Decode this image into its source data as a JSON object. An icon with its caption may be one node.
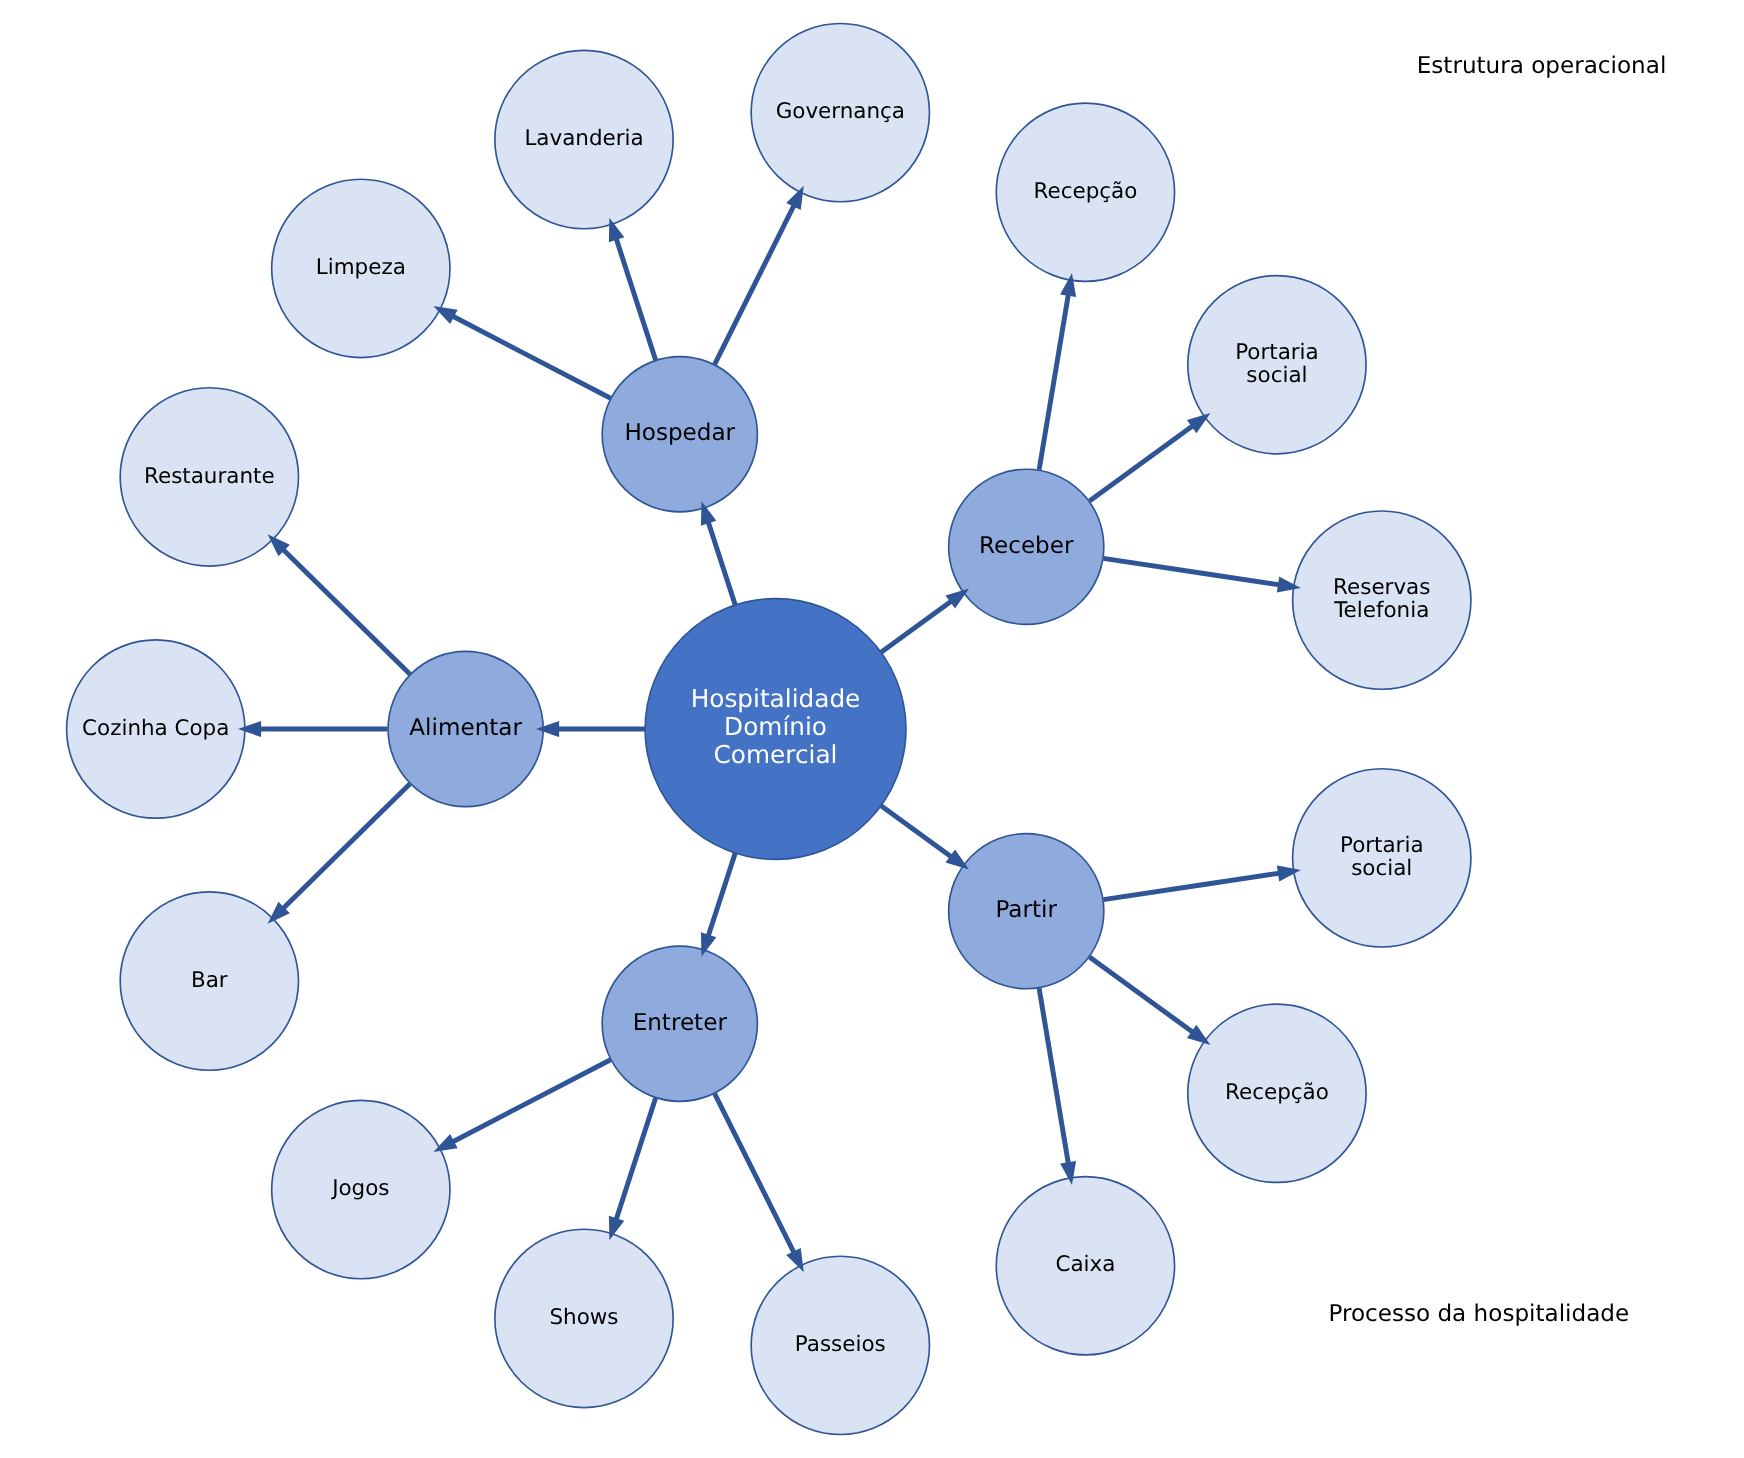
{
  "diagram": {
    "nodes": [
      {
        "text": [
          "Hospitalidade Domínio Comercial"
        ]
      },
      {
        "text": [
          "Receber"
        ]
      },
      {
        "text": [
          "Hospedar"
        ]
      },
      {
        "text": [
          "Alimentar"
        ]
      },
      {
        "text": [
          "Entreter"
        ]
      },
      {
        "text": [
          "Partir"
        ]
      },
      {
        "text": [
          "Reservas Telefonia"
        ]
      },
      {
        "text": [
          "Portaria social"
        ]
      },
      {
        "text": [
          "Recepção"
        ]
      },
      {
        "text": [
          "Governança"
        ]
      },
      {
        "text": [
          "Lavanderia"
        ]
      },
      {
        "text": [
          "Limpeza"
        ]
      },
      {
        "text": [
          "Restaurante"
        ]
      },
      {
        "text": [
          "Cozinha Copa"
        ]
      },
      {
        "text": [
          "Bar"
        ]
      },
      {
        "text": [
          "Jogos"
        ]
      },
      {
        "text": [
          "Shows"
        ]
      },
      {
        "text": [
          "Passeios"
        ]
      },
      {
        "text": [
          "Caixa"
        ]
      },
      {
        "text": [
          "Recepção"
        ]
      },
      {
        "text": [
          "Portaria social"
        ]
      }
    ],
    "edges": [
      {
        "from": 0,
        "to": 1,
        "arrow": "to"
      },
      {
        "from": 0,
        "to": 2,
        "arrow": "to"
      },
      {
        "from": 0,
        "to": 3,
        "arrow": "to"
      },
      {
        "from": 0,
        "to": 4,
        "arrow": "to"
      },
      {
        "from": 0,
        "to": 5,
        "arrow": "to"
      },
      {
        "from": 1,
        "to": 6,
        "arrow": "to"
      },
      {
        "from": 1,
        "to": 7,
        "arrow": "to"
      },
      {
        "from": 1,
        "to": 8,
        "arrow": "to"
      },
      {
        "from": 2,
        "to": 9,
        "arrow": "to"
      },
      {
        "from": 2,
        "to": 10,
        "arrow": "to"
      },
      {
        "from": 2,
        "to": 11,
        "arrow": "to"
      },
      {
        "from": 3,
        "to": 12,
        "arrow": "to"
      },
      {
        "from": 3,
        "to": 13,
        "arrow": "to"
      },
      {
        "from": 3,
        "to": 14,
        "arrow": "to"
      },
      {
        "from": 4,
        "to": 15,
        "arrow": "to"
      },
      {
        "from": 4,
        "to": 16,
        "arrow": "to"
      },
      {
        "from": 4,
        "to": 17,
        "arrow": "to"
      },
      {
        "from": 5,
        "to": 18,
        "arrow": "to"
      },
      {
        "from": 5,
        "to": 19,
        "arrow": "to"
      },
      {
        "from": 5,
        "to": 20,
        "arrow": "to"
      }
    ],
    "labels": [
      "Processo da hospitalidade",
      "Estrutura operacional"
    ]
  }
}
